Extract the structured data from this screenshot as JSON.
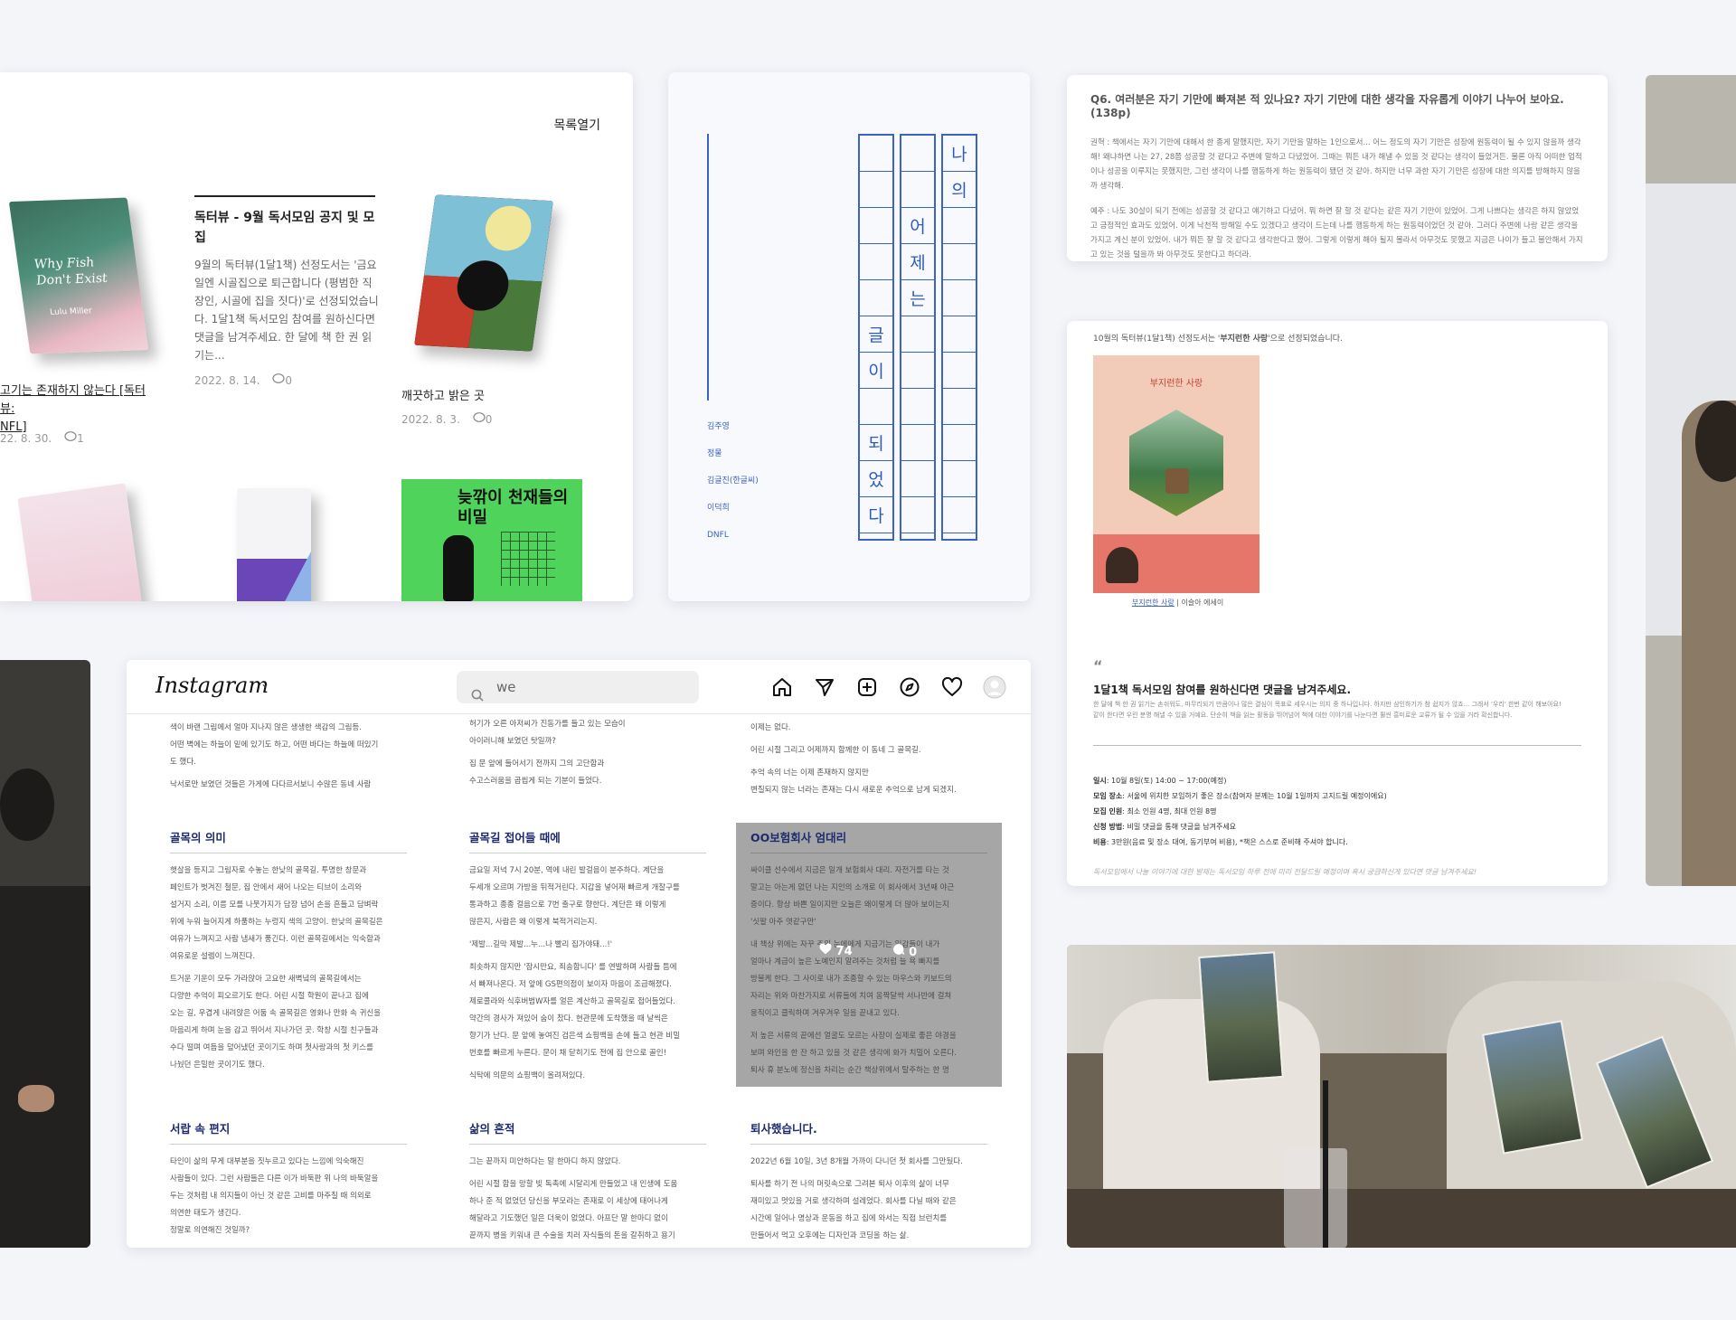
{
  "blog": {
    "open_list": "목록열기",
    "posts": [
      {
        "title": "고기는 존재하지 않는다 [독터뷰:",
        "title2": "NFL]",
        "date": "22. 8. 30.",
        "comments": "1"
      },
      {
        "title": "독터뷰 - 9월 독서모임 공지 및 모",
        "title2": "집",
        "excerpt": [
          "9월의 독터뷰(1달1책) 선정도서는 '금요",
          "일엔 시골집으로 퇴근합니다 (평범한 직",
          "장인, 시골에 집을 짓다)'로 선정되었습니",
          "다. 1달1책 독서모임 참여를 원하신다면",
          "댓글을 남겨주세요. 한 달에 책 한 권 읽",
          "기는..."
        ],
        "date": "2022. 8. 14.",
        "comments": "0"
      },
      {
        "title": "깨끗하고 밝은 곳",
        "date": "2022. 8. 3.",
        "comments": "0"
      }
    ],
    "book_covers": {
      "fish": {
        "line1": "Why Fish",
        "line2": "Don't Exist",
        "author": "Lulu Miller"
      },
      "green": {
        "title": "늦깎이 천재들의",
        "subtitle": "비밀"
      }
    }
  },
  "poem": {
    "columns": [
      [
        "나",
        "의",
        "",
        "",
        "",
        "",
        "",
        "",
        "",
        "",
        ""
      ],
      [
        "",
        "",
        "어",
        "제",
        "는",
        "",
        "",
        "",
        "",
        "",
        ""
      ],
      [
        "",
        "",
        "",
        "",
        "",
        "글",
        "이",
        "",
        "되",
        "었",
        "다"
      ]
    ],
    "authors": [
      "김주영",
      "정물",
      "김글진(한글씨)",
      "이덕희",
      "DNFL"
    ]
  },
  "q6": {
    "question": "Q6. 여러분은 자기 기만에 빠져본 적 있나요? 자기 기만에 대한 생각을 자유롭게 이야기 나누어 보아요.(138p)",
    "answer1": "권혁 : 책에서는 자기 기만에 대해서 한 종게 말했지만, 자기 기만을 말하는 1인으로서... 어느 정도의 자기 기만은 성장에 원동력이 될 수 있지 않을까 생각해! 왜냐하면 나는 27, 28쯤 성공할 것 같다고 주변에 말하고 다녔었어. 그때는 뭐든 내가 해낼 수 있을 것 같다는 생각이 들었거든. 물론 아직 어떠한 업적이나 성공을 이루지는 못했지만, 그런 생각이 나를 행동하게 하는 원동력이 됐던 것 같아. 하지만 너무 과한 자기 기만은 성장에 대한 의지를 방해하지 않을까 생각해.",
    "answer2": "예주 : 나도 30살이 되기 전에는 성공할 것 같다고 얘기하고 다녔어. 뭐 하면 잘 할 것 같다는 같은 자기 기만이 있었어. 그게 나쁘다는 생각은 하지 않았었고 긍정적인 효과도 있었어. 이게 낙천적 방해일 수도 있겠다고 생각이 드는데 나를 행동하게 하는 원동력이었던 것 같아. 그러다 주변에 나랑 같은 생각을 가지고 계신 분이 있었어. 내가 뭐든 잘 할 것 같다고 생각한다고 했어. 그렇게 이렇게 해야 될지 몰라서 아무것도 못했고 지금은 나이가 들고 불안해서 가지고 있는 것을 털을까 봐 아무것도 못한다고 하더라."
  },
  "notice": {
    "intro_pre": "10월의 독터뷰(1달1책) 선정도서는 '",
    "intro_book": "부지런한 사랑",
    "intro_post": "'으로 선정되었습니다.",
    "cover_title": "부지런한 사랑",
    "caption_link": "부지런한 사랑",
    "caption_rest": " | 이슬아 에세이",
    "quote_mark": "“",
    "headline": "1달1책 독서모임 참여를 원하신다면 댓글을 남겨주세요.",
    "desc": "한 달에 책 한 권 읽기는 손쉬워도, 마무리되기 만큼이나 많은 결심이 목표로 세우시는 의지 중 하나입니다. 하지만 삼인하기가 참 쉽지가 않죠... 그래서 '우리' 한번 같이 해보아요! 같이 한다면 우린 분명 해낼 수 있을 거예요. 단순히 책을 읽는 활동을 뛰어넘어 책에 대한 이야기를 나눈다면 훨씬 흥미로운 교류가 될 수 있을 거라 확신합니다.",
    "details": [
      {
        "label": "일시",
        "value": ": 10월 8일(토) 14:00 ~ 17:00(예정)"
      },
      {
        "label": "모임 장소",
        "value": ": 서울에 위치한 모임하기 좋은 장소(참여자 분께는 10월 1일까지 고지드릴 예정이에요)"
      },
      {
        "label": "모집 인원",
        "value": ": 최소 인원 4명, 최대 인원 8명"
      },
      {
        "label": "신청 방법",
        "value": ": 비밀 댓글을 통해 댓글을 남겨주세요"
      },
      {
        "label": "비용",
        "value": ": 3만원(음료 및 장소 대여, 동기부여 비용), *책은 스스로 준비해 주셔야 합니다."
      }
    ],
    "footer": "독서모임에서 나눌 이야기에 대한 발제는 독서모임 하루 전에 미리 전달드릴 예정이며 혹시 궁금하신게 있다면 댓글 남겨주세요!"
  },
  "instagram": {
    "logo": "Instagram",
    "search_value": "we",
    "icons": [
      "home-icon",
      "send-icon",
      "new-post-icon",
      "explore-icon",
      "heart-icon",
      "profile-avatar"
    ],
    "overlay_likes": "74",
    "overlay_comments": "0",
    "posts": [
      {
        "title": "",
        "lines": [
          "색이 바랜 그림에서 얼마 지나지 않은 생생한 색감의 그림등.",
          "어떤 벽에는 하늘이 밑에 있기도 하고, 어떤 바다는 하늘에 떠있기",
          "도 했다.",
          "낙서로만 보였던 것들은 가게에 다다르서보니 수많은 동네 사람"
        ]
      },
      {
        "title": "",
        "lines": [
          "허기가 오른 아저씨가 진동가를 들고 있는 모습이",
          "아이러니해 보였던 탓일까?",
          "집 문 앞에 들어서기 전까지 그의 고단함과",
          "수고스러움을 곱씹게 되는 기분이 들었다."
        ]
      },
      {
        "title": "",
        "lines": [
          "이제는 없다.",
          "어린 시절 그리고 어제까지 함께한 이 동네 그 골목길.",
          "추억 속의 너는 이제 존재하지 않지만",
          "변질되지 않는 너라는 존재는 다시 새로운 추억으로 남게 되겠지."
        ]
      },
      {
        "title": "골목의 의미",
        "lines": [
          "햇살을 등지고 그림자로 수놓는 한낮의 골목길. 투명한 창문과",
          "페인트가 벗겨진 철문, 집 안에서 새어 나오는 티브이 소리와",
          "설거지 소리, 이름 모를 나뭇가지가 담장 넘어 손을 흔들고 담벼락",
          "위에 누워 늘어지게 하품하는 누렁지 색의 고양이. 한낮의 골목길은",
          "여유가 느껴지고 사람 냄새가 풍긴다. 이런 골목길에서는 익숙함과",
          "여유로운 설렘이 느껴진다.",
          "트거운 기운이 모두 가라앉아 고요한 새벽녘의 골목길에서는",
          "다양한 추억이 피오르기도 한다. 어린 시절 학원이 끝나고 집에",
          "오는 길, 우겹게 내려앉은 어둠 속 골목길은 영화나 만화 속 귀신을",
          "마음리게 하며 눈을 감고 뛰어서 지나가던 곳. 학창 시절 친구들과",
          "수다 떨며 여듬을 덮어냈던 곳이기도 하며 첫사랑과의 첫 키스를",
          "나눴던 은밀한 곳이기도 했다."
        ]
      },
      {
        "title": "골목길 접어들 때에",
        "lines": [
          "금요일 저녁 7시 20분, 역에 내린 발걸음이 분주하다. 계단을",
          "두세개 오르며 가방을 뒤적거린다. 지갑을 넣어재 빠르게 개찰구를",
          "통과하고 종종 걸음으로 7번 출구로 향한다. 계단은 왜 이렇게",
          "많은지, 사람은 왜 이렇게 북적거리는지.",
          "'제발...길막 제발...누...나 빨리 집가야돼...!'",
          "최솟하지 않지만 '잠시만요, 죄송합니다' 를 연발하며 사람들 틈에",
          "서 빠져나온다. 저 앞에 GS편의점이 보이자 마음이 조급해졌다.",
          "제로콜라와 식후버범W자를 얼은 계산하고 골목길로 접어들었다.",
          "약간의 경사가 져있어 숨이 찼다. 현관문에 도착했을 때 날씩은",
          "향기가 난다. 문 앞에 놓여진 검은색 쇼핑백을 손에 들고 현관 비밀",
          "번호를 빠르게 누른다. 문이 채 닫히기도 전에 집 안으로 골인!",
          "식탁에 의문의 쇼핑백이 올려져있다."
        ]
      },
      {
        "title": "OO보험회사 엄대리",
        "lines": [
          "싸이클 선수에서 지금은 일개 보험회사 대리. 자전거를 타는 것",
          "말고는 아는게 없던 나는 지인의 소개로 이 회사에서 3년째 야근",
          "중이다. 항상 바쁜 일이지만 오늘은 왜이렇게 더 많아 보이는지",
          "'싯팔 아주 엿같구만'",
          "내 책상 위에는 자꾸 주위 눈에에게 지금기는 일감들이 내가",
          "얼마나 계급이 높은 노예인지 알려주는 것처럼 늘 욕 빠지를",
          "방불케 한다. 그 사이로 내가 조종할 수 있는 마우스와 키보드의",
          "자리는 위와 마찬가지로 서류들에 치여 옹짝달싹 서나반에 걸쳐",
          "웅직이고 클릭하며 겨우겨우 일을 끝내고 있다.",
          "저 높은 서류의 끝에선 얼굴도 모르는 사장이 실제로 좋은 야경을",
          "보며 와인을 한 잔 하고 있을 것 같은 생각에 화가 치밀어 오른다.",
          "퇴사 휴 분노에 정신을 차리는 순간 책상위에서 탈주하는 한 명"
        ]
      },
      {
        "title": "서랍 속 편지",
        "lines": [
          "타인이 삶의 무게 대부분을 짓누르고 있다는 느낌에 익숙해진",
          "사람들이 있다. 그런 사람들은 다른 이가 바둑판 위 나의 바둑알을",
          "두는 것처럼 내 의지들이 아닌 것 같은 고비를 마주칠 때 의외로",
          "의연한 태도가 생긴다.",
          "정말로 의연해진 것일까?"
        ]
      },
      {
        "title": "삶의 흔적",
        "lines": [
          "그는 끝까지 미안하다는 말 한마디 하지 않았다.",
          "어린 시절 함을 망할 빚 독촉에 시달리게 만들었고 내 인생에 도움",
          "하나 준 적 없었던 당신을 부모라는 존재로 이 세상에 태어나게",
          "해달라고 기도했던 일은 더욱이 없었다. 아프단 말 한마디 없이",
          "끝까지 병을 키워내 큰 수술을 치러 자식들의 돈을 갈취하고 용기"
        ]
      },
      {
        "title": "퇴사했습니다.",
        "lines": [
          "2022년 6월 10일, 3년 8개월 가까이 다니던 첫 회사를 그만뒀다.",
          "퇴사를 하기 전 나의 머릿속으로 그려본 퇴사 이후의 삶이 너무",
          "재미있고 멋있을 거로 생각하며 설레었다. 회사를 다닐 때와 같은",
          "시간에 일어나 명상과 운동을 하고 집에 와서는 직접 브런치를",
          "만들어서 먹고 오후에는 디자인과 코딩을 하는 삶."
        ]
      }
    ]
  }
}
